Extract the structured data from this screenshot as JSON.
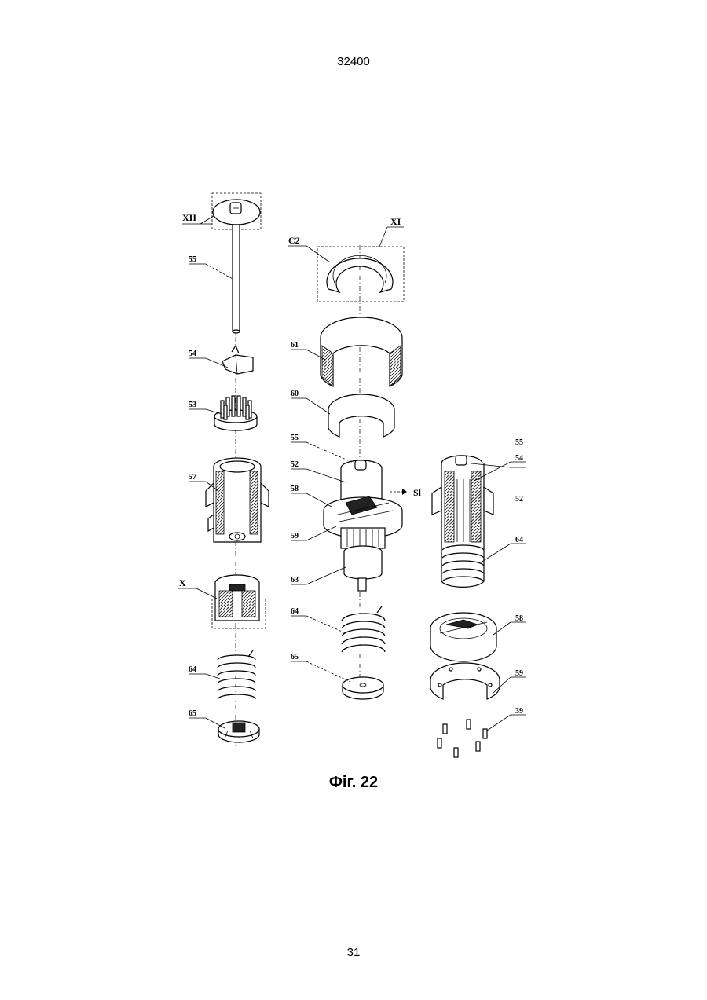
{
  "header": {
    "doc_number": "32400"
  },
  "figure": {
    "caption": "Фіг. 22"
  },
  "footer": {
    "page_number": "31"
  },
  "labels": {
    "xii": "XII",
    "left_55": "55",
    "left_54": "54",
    "left_53": "53",
    "left_57": "57",
    "x": "X",
    "left_64": "64",
    "left_65": "65",
    "c2": "C2",
    "xi": "XI",
    "mid_61": "61",
    "mid_60": "60",
    "mid_55": "55",
    "mid_52": "52",
    "mid_58": "58",
    "mid_59": "59",
    "mid_63": "63",
    "mid_64": "64",
    "mid_65": "65",
    "s1": "Sl",
    "right_55": "55",
    "right_54": "54",
    "right_52": "52",
    "right_64": "64",
    "right_58": "58",
    "right_59": "59",
    "right_39": "39"
  }
}
